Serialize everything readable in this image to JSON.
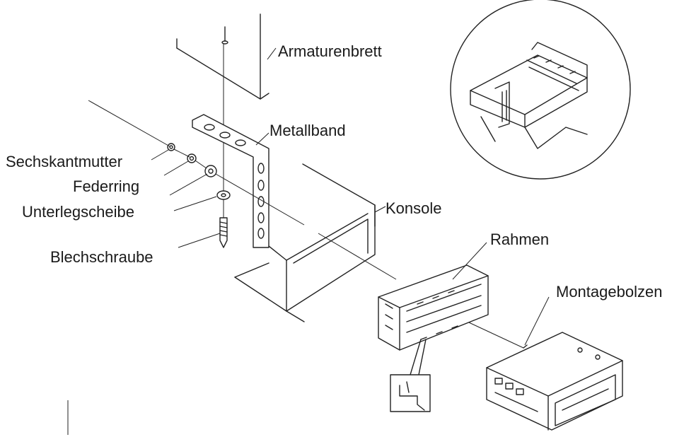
{
  "labels": {
    "dashboard": "Armaturenbrett",
    "metal_strap": "Metallband",
    "hex_nut": "Sechskantmutter",
    "spring_washer": "Federring",
    "plain_washer": "Unterlegscheibe",
    "tapping_screw": "Blechschraube",
    "console": "Konsole",
    "frame": "Rahmen",
    "mounting_bolt": "Montagebolzen"
  }
}
